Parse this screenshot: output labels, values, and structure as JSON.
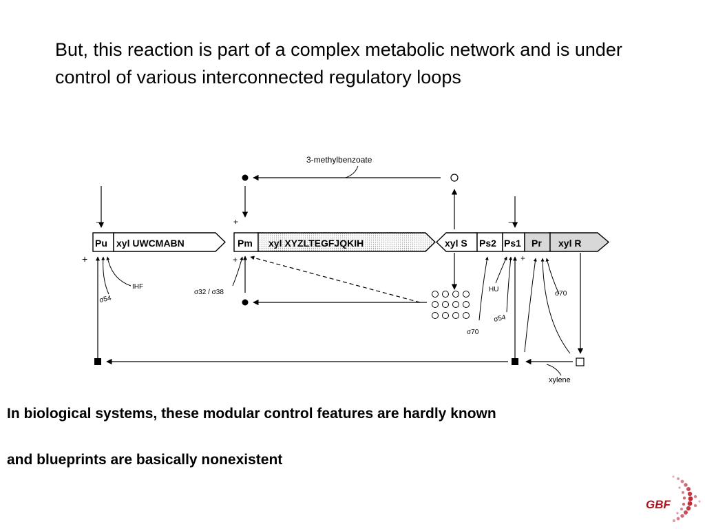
{
  "slide": {
    "heading": "But, this reaction is part of a complex metabolic network and is under control of various interconnected regulatory loops",
    "caption_line1": "In biological systems, these modular control features are hardly known",
    "caption_line2": "and blueprints are basically nonexistent"
  },
  "diagram": {
    "metabolite_top": "3-methylbenzoate",
    "metabolite_bottom": "xylene",
    "operons": {
      "upper_promoter": "Pu",
      "upper_genes": "xyl UWCMABN",
      "meta_promoter": "Pm",
      "meta_genes": "xyl XYZLTEGFJQKIH",
      "xyls_gene": "xyl S",
      "ps2_promoter": "Ps2",
      "ps1_promoter": "Ps1",
      "pr_promoter": "Pr",
      "xylr_gene": "xyl R"
    },
    "factors": {
      "ihf": "IHF",
      "hu": "HU",
      "sigma54_pu": "σ54",
      "sigma_pm": "σ32 / σ38",
      "sigma70_ps2": "σ70",
      "sigma54_ps1": "σ54",
      "sigma70_pr": "σ70"
    },
    "signs": {
      "minus": "−",
      "plus": "+"
    }
  },
  "logo": {
    "text": "GBF"
  }
}
